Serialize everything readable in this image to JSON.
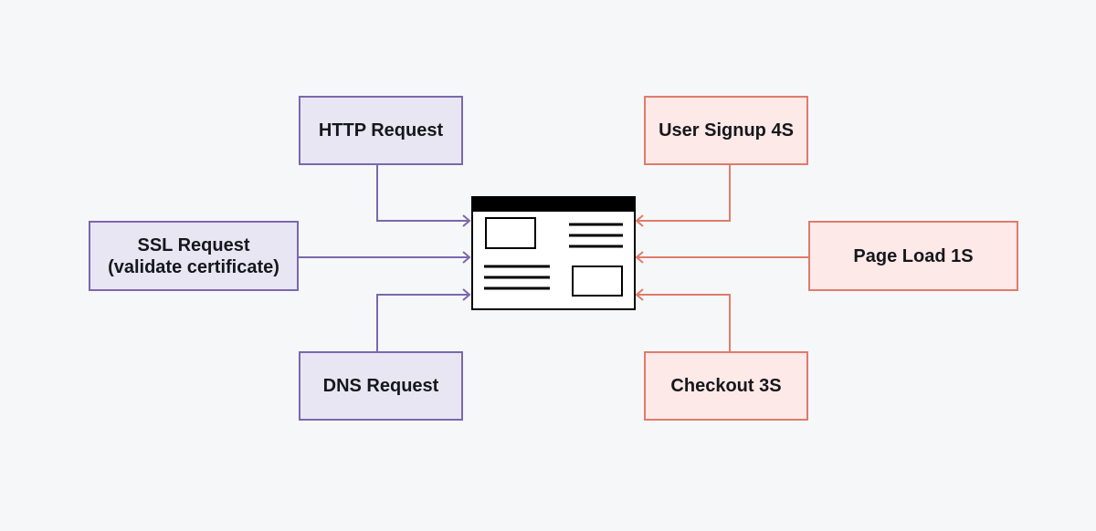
{
  "colors": {
    "background": "#f6f7f9",
    "left_fill": "#e9e6f3",
    "left_stroke": "#7b68ad",
    "right_fill": "#fde9e7",
    "right_stroke": "#e07b6b",
    "ink": "#15171c"
  },
  "icons": {
    "center": "webpage-icon"
  },
  "left_nodes": [
    {
      "id": "http",
      "label": "HTTP Request"
    },
    {
      "id": "ssl",
      "label": "SSL Request\n(validate certificate)"
    },
    {
      "id": "dns",
      "label": "DNS Request"
    }
  ],
  "right_nodes": [
    {
      "id": "signup",
      "label": "User Signup 4S"
    },
    {
      "id": "pageload",
      "label": "Page Load 1S"
    },
    {
      "id": "checkout",
      "label": "Checkout 3S"
    }
  ]
}
